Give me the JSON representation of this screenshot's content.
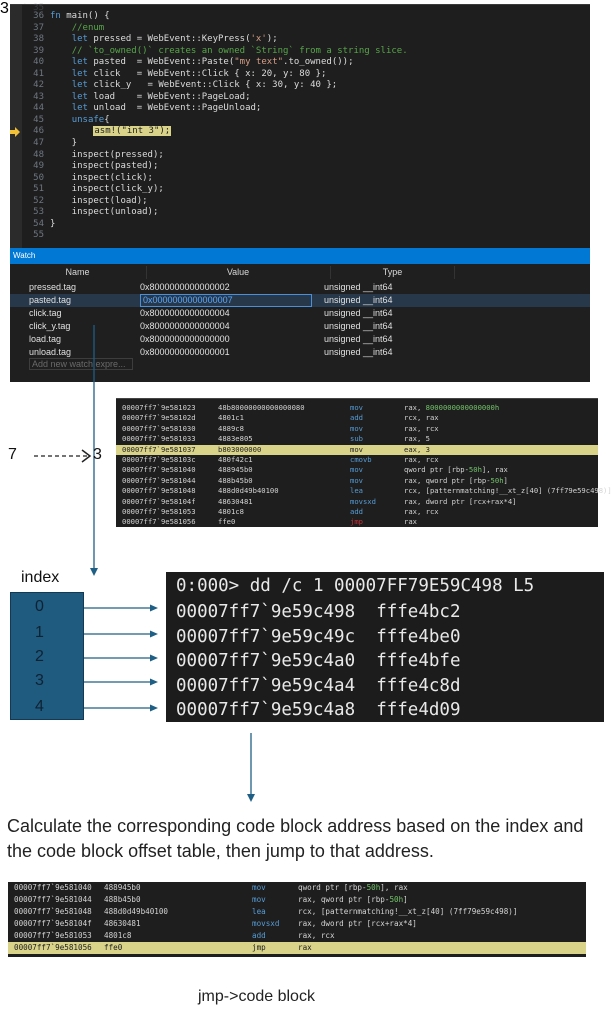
{
  "editor": {
    "faded_top_line_number": "35",
    "lines": [
      {
        "num": "36",
        "parts": [
          {
            "t": "kw",
            "v": "fn"
          },
          {
            "t": "",
            "v": " main() {"
          }
        ]
      },
      {
        "num": "37",
        "parts": [
          {
            "t": "",
            "v": "    "
          },
          {
            "t": "cm",
            "v": "//enum"
          }
        ]
      },
      {
        "num": "38",
        "parts": [
          {
            "t": "",
            "v": "    "
          },
          {
            "t": "kw",
            "v": "let"
          },
          {
            "t": "",
            "v": " pressed = WebEvent::KeyPress("
          },
          {
            "t": "str",
            "v": "'x'"
          },
          {
            "t": "",
            "v": ");"
          }
        ]
      },
      {
        "num": "39",
        "parts": [
          {
            "t": "",
            "v": "    "
          },
          {
            "t": "cm",
            "v": "// `to_owned()` creates an owned `String` from a string slice."
          }
        ]
      },
      {
        "num": "40",
        "parts": [
          {
            "t": "",
            "v": "    "
          },
          {
            "t": "kw",
            "v": "let"
          },
          {
            "t": "",
            "v": " pasted  = WebEvent::Paste("
          },
          {
            "t": "str",
            "v": "\"my text\""
          },
          {
            "t": "",
            "v": ".to_owned());"
          }
        ]
      },
      {
        "num": "41",
        "parts": [
          {
            "t": "",
            "v": "    "
          },
          {
            "t": "kw",
            "v": "let"
          },
          {
            "t": "",
            "v": " click   = WebEvent::Click { x: 20, y: 80 };"
          }
        ]
      },
      {
        "num": "42",
        "parts": [
          {
            "t": "",
            "v": "    "
          },
          {
            "t": "kw",
            "v": "let"
          },
          {
            "t": "",
            "v": " click_y   = WebEvent::Click { x: 30, y: 40 };"
          }
        ]
      },
      {
        "num": "43",
        "parts": [
          {
            "t": "",
            "v": "    "
          },
          {
            "t": "kw",
            "v": "let"
          },
          {
            "t": "",
            "v": " load    = WebEvent::PageLoad;"
          }
        ]
      },
      {
        "num": "44",
        "parts": [
          {
            "t": "",
            "v": "    "
          },
          {
            "t": "kw",
            "v": "let"
          },
          {
            "t": "",
            "v": " unload  = WebEvent::PageUnload;"
          }
        ]
      },
      {
        "num": "45",
        "parts": [
          {
            "t": "",
            "v": "    "
          },
          {
            "t": "kw",
            "v": "unsafe"
          },
          {
            "t": "",
            "v": "{"
          }
        ]
      },
      {
        "num": "46",
        "current": true,
        "parts": [
          {
            "t": "",
            "v": "        "
          },
          {
            "t": "hl-stmt",
            "v": "asm!(\"int 3\");"
          }
        ]
      },
      {
        "num": "47",
        "parts": [
          {
            "t": "",
            "v": "    }"
          }
        ]
      },
      {
        "num": "48",
        "parts": [
          {
            "t": "",
            "v": "    inspect(pressed);"
          }
        ]
      },
      {
        "num": "49",
        "parts": [
          {
            "t": "",
            "v": "    inspect(pasted);"
          }
        ]
      },
      {
        "num": "50",
        "parts": [
          {
            "t": "",
            "v": "    inspect(click);"
          }
        ]
      },
      {
        "num": "51",
        "parts": [
          {
            "t": "",
            "v": "    inspect(click_y);"
          }
        ]
      },
      {
        "num": "52",
        "parts": [
          {
            "t": "",
            "v": "    inspect(load);"
          }
        ]
      },
      {
        "num": "53",
        "parts": [
          {
            "t": "",
            "v": "    inspect(unload);"
          }
        ]
      },
      {
        "num": "54",
        "parts": [
          {
            "t": "",
            "v": "}"
          }
        ]
      },
      {
        "num": "55",
        "parts": [
          {
            "t": "",
            "v": ""
          }
        ]
      }
    ],
    "current_line_icon": "execution-arrow-icon"
  },
  "watch": {
    "title": "Watch",
    "columns": {
      "name": "Name",
      "value": "Value",
      "type": "Type"
    },
    "rows": [
      {
        "name": "pressed.tag",
        "value": "0x8000000000000002",
        "type": "unsigned __int64",
        "selected": false
      },
      {
        "name": "pasted.tag",
        "value": "0x0000000000000007",
        "type": "unsigned __int64",
        "selected": true
      },
      {
        "name": "click.tag",
        "value": "0x8000000000000004",
        "type": "unsigned __int64",
        "selected": false
      },
      {
        "name": "click_y.tag",
        "value": "0x8000000000000004",
        "type": "unsigned __int64",
        "selected": false
      },
      {
        "name": "load.tag",
        "value": "0x8000000000000000",
        "type": "unsigned __int64",
        "selected": false
      },
      {
        "name": "unload.tag",
        "value": "0x8000000000000001",
        "type": "unsigned __int64",
        "selected": false
      }
    ],
    "add_placeholder": "Add new watch expre..."
  },
  "mapping": {
    "from": "7",
    "to": "3",
    "arrow": "----->"
  },
  "disasm1": {
    "rows": [
      {
        "addr": "00007ff7`9e581023",
        "bytes": "48b80000000000000080",
        "op": "mov",
        "operands": [
          {
            "v": "rax, "
          },
          {
            "v": "8000000000000000h",
            "num": true
          }
        ]
      },
      {
        "addr": "00007ff7`9e58102d",
        "bytes": "4801c1",
        "op": "add",
        "operands": [
          {
            "v": "rcx, rax"
          }
        ]
      },
      {
        "addr": "00007ff7`9e581030",
        "bytes": "4889c8",
        "op": "mov",
        "operands": [
          {
            "v": "rax, rcx"
          }
        ]
      },
      {
        "addr": "00007ff7`9e581033",
        "bytes": "4883e805",
        "op": "sub",
        "operands": [
          {
            "v": "rax, 5"
          }
        ]
      },
      {
        "addr": "00007ff7`9e581037",
        "bytes": "b803000000",
        "op": "mov",
        "operands": [
          {
            "v": "eax, 3"
          }
        ],
        "highlight": true
      },
      {
        "addr": "00007ff7`9e58103c",
        "bytes": "480f42c1",
        "op": "cmovb",
        "operands": [
          {
            "v": "rax, rcx"
          }
        ]
      },
      {
        "addr": "00007ff7`9e581040",
        "bytes": "488945b0",
        "op": "mov",
        "operands": [
          {
            "v": "qword ptr [rbp-"
          },
          {
            "v": "50h",
            "num": true
          },
          {
            "v": "], rax"
          }
        ]
      },
      {
        "addr": "00007ff7`9e581044",
        "bytes": "488b45b0",
        "op": "mov",
        "operands": [
          {
            "v": "rax, qword ptr [rbp-"
          },
          {
            "v": "50h",
            "num": true
          },
          {
            "v": "]"
          }
        ]
      },
      {
        "addr": "00007ff7`9e581048",
        "bytes": "488d0d49b40100",
        "op": "lea",
        "operands": [
          {
            "v": "rcx, [patternmatching!__xt_z[40] (7ff79e59c498)]"
          }
        ]
      },
      {
        "addr": "00007ff7`9e58104f",
        "bytes": "48630481",
        "op": "movsxd",
        "operands": [
          {
            "v": "rax, dword ptr [rcx+rax*4]"
          }
        ]
      },
      {
        "addr": "00007ff7`9e581053",
        "bytes": "4801c8",
        "op": "add",
        "operands": [
          {
            "v": "rax, rcx"
          }
        ]
      },
      {
        "addr": "00007ff7`9e581056",
        "bytes": "ffe0",
        "op": "jmp",
        "operands": [
          {
            "v": "rax"
          }
        ],
        "jmp": true
      }
    ]
  },
  "index_table": {
    "label": "index",
    "indices": [
      "0",
      "1",
      "2",
      "3",
      "4"
    ]
  },
  "dd_terminal": {
    "command": "0:000> dd /c 1 00007FF79E59C498 L5",
    "rows": [
      {
        "addr": "00007ff7`9e59c498",
        "value": "fffe4bc2"
      },
      {
        "addr": "00007ff7`9e59c49c",
        "value": "fffe4be0"
      },
      {
        "addr": "00007ff7`9e59c4a0",
        "value": "fffe4bfe"
      },
      {
        "addr": "00007ff7`9e59c4a4",
        "value": "fffe4c8d"
      },
      {
        "addr": "00007ff7`9e59c4a8",
        "value": "fffe4d09"
      }
    ]
  },
  "explanation": "Calculate the corresponding code block address based on the index and the code block offset table, then jump to that address.",
  "disasm2": {
    "rows": [
      {
        "addr": "00007ff7`9e581040",
        "bytes": "488945b0",
        "op": "mov",
        "operands": [
          {
            "v": "qword ptr [rbp-"
          },
          {
            "v": "50h",
            "num": true
          },
          {
            "v": "], rax"
          }
        ]
      },
      {
        "addr": "00007ff7`9e581044",
        "bytes": "488b45b0",
        "op": "mov",
        "operands": [
          {
            "v": "rax, qword ptr [rbp-"
          },
          {
            "v": "50h",
            "num": true
          },
          {
            "v": "]"
          }
        ]
      },
      {
        "addr": "00007ff7`9e581048",
        "bytes": "488d0d49b40100",
        "op": "lea",
        "operands": [
          {
            "v": "rcx, [patternmatching!__xt_z[40] (7ff79e59c498)]"
          }
        ]
      },
      {
        "addr": "00007ff7`9e58104f",
        "bytes": "48630481",
        "op": "movsxd",
        "operands": [
          {
            "v": "rax, dword ptr [rcx+rax*4]"
          }
        ]
      },
      {
        "addr": "00007ff7`9e581053",
        "bytes": "4801c8",
        "op": "add",
        "operands": [
          {
            "v": "rax, rcx"
          }
        ]
      },
      {
        "addr": "00007ff7`9e581056",
        "bytes": "ffe0",
        "op": "jmp",
        "operands": [
          {
            "v": "rax"
          }
        ],
        "highlight": true
      }
    ]
  },
  "caption": "jmp->code block",
  "colors": {
    "editor_bg": "#1e1e1e",
    "keyword": "#569cd6",
    "comment": "#57a64a",
    "string": "#d69d85",
    "highlight": "#d9d38a",
    "watch_title": "#0078d4",
    "arrow": "#1f5f85",
    "index_box": "#1f5a7f",
    "jmp_red": "#c5303a",
    "number_green": "#73c46a"
  }
}
